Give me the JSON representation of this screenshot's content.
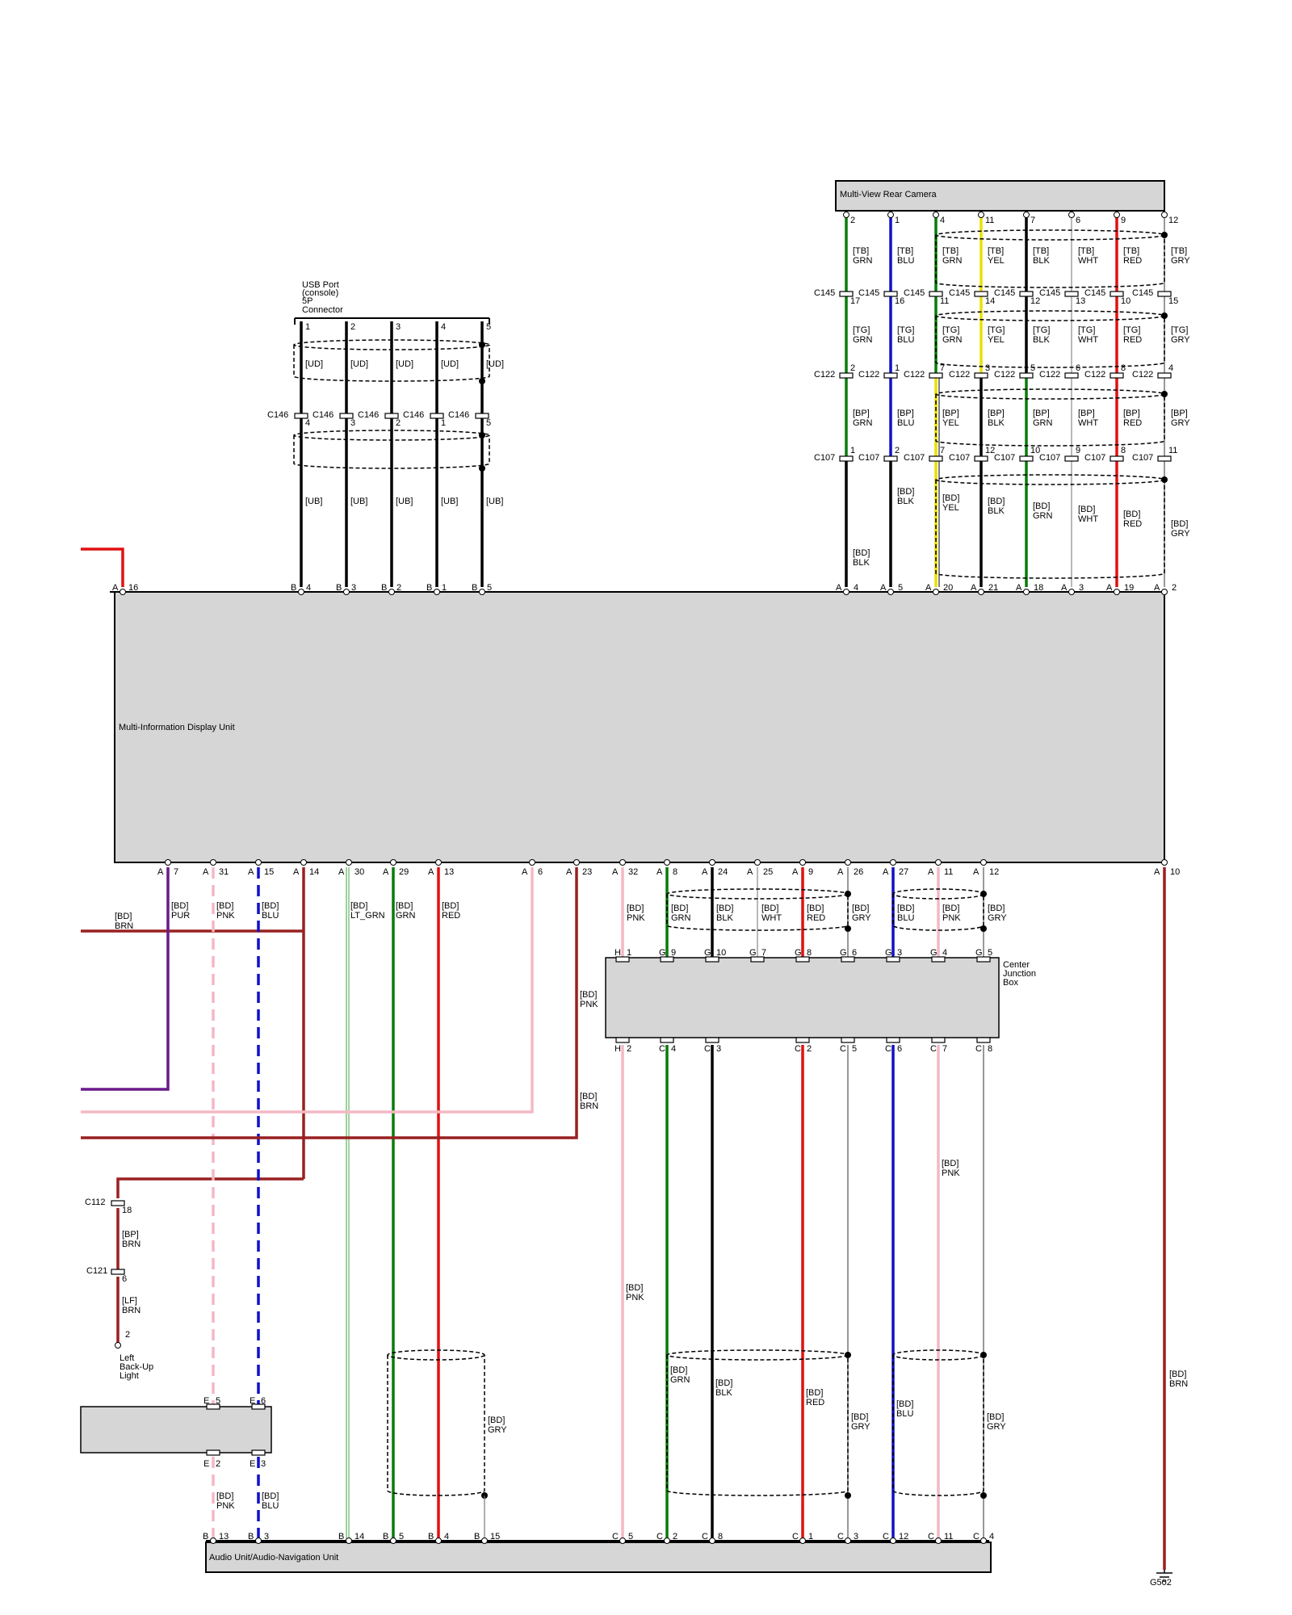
{
  "components": {
    "camera": "Multi-View Rear Camera",
    "midu": "Multi-Information Display Unit",
    "usb": [
      "USB Port",
      "(console)",
      "5P",
      "Connector"
    ],
    "cjb": [
      "Center",
      "Junction",
      "Box"
    ],
    "audio": "Audio Unit/Audio-Navigation Unit",
    "backup": [
      "Left",
      "Back-Up",
      "Light"
    ],
    "ground": "G502"
  },
  "colors": {
    "BLK": "#000000",
    "BLU": "#1010c8",
    "GRN": "#0a7a0a",
    "YEL": "#e8e000",
    "WHT": "#a0a0a0",
    "RED": "#e01010",
    "GRY": "#777777",
    "PNK": "#f4b8c4",
    "BRN": "#9a2020",
    "PUR": "#6a1a8a",
    "LT_GRN": "#74c874"
  },
  "camera_pins": [
    "2",
    "1",
    "4",
    "11",
    "7",
    "6",
    "9",
    "12"
  ],
  "camera_wire_colors": [
    "GRN",
    "BLU",
    "GRN",
    "YEL",
    "BLK",
    "WHT",
    "RED",
    "GRY"
  ],
  "camera_seg1": {
    "harness": "[TB]",
    "colors": [
      "GRN",
      "BLU",
      "GRN",
      "YEL",
      "BLK",
      "WHT",
      "RED",
      "GRY"
    ]
  },
  "c145": {
    "name": "C145",
    "pins": [
      "17",
      "16",
      "11",
      "14",
      "12",
      "13",
      "10",
      "15"
    ]
  },
  "camera_seg2": {
    "harness": "[TG]",
    "colors": [
      "GRN",
      "BLU",
      "GRN",
      "YEL",
      "BLK",
      "WHT",
      "RED",
      "GRY"
    ]
  },
  "c122": {
    "name": "C122",
    "pins_top": [
      "2",
      "1",
      "7",
      "3",
      "5",
      "6",
      "8",
      "4"
    ]
  },
  "camera_seg3": {
    "harness": "[BP]",
    "colors": [
      "GRN",
      "BLU",
      "YEL",
      "BLK",
      "GRN",
      "WHT",
      "RED",
      "GRY"
    ]
  },
  "c107": {
    "name": "C107",
    "pins": [
      "1",
      "2",
      "7",
      "12",
      "10",
      "9",
      "8",
      "11"
    ]
  },
  "camera_seg4": {
    "harness": "[BD]",
    "colors": [
      "BLK",
      "BLK",
      "YEL",
      "BLK",
      "GRN",
      "WHT",
      "RED",
      "GRY"
    ]
  },
  "midu_top_right": {
    "conn": "A",
    "pins": [
      "4",
      "5",
      "20",
      "21",
      "18",
      "3",
      "19",
      "2"
    ]
  },
  "usb_pins": [
    "1",
    "2",
    "3",
    "4",
    "5"
  ],
  "usb_harness_upper": "[UD]",
  "usb_harness_lower": "[UB]",
  "c146": {
    "name": "C146",
    "pins": [
      "4",
      "3",
      "2",
      "1",
      "5"
    ]
  },
  "midu_top_usb": {
    "conn": "B",
    "pins": [
      "4",
      "3",
      "2",
      "1",
      "5"
    ]
  },
  "midu_top_left": {
    "conn": "A",
    "pin": "16"
  },
  "midu_bottom": {
    "conns": [
      "A",
      "A",
      "A",
      "A",
      "A",
      "A",
      "A",
      "A",
      "A",
      "A",
      "A",
      "A",
      "A",
      "A",
      "A",
      "A",
      "A",
      "A",
      "A"
    ],
    "pins": [
      "7",
      "31",
      "15",
      "14",
      "30",
      "29",
      "13",
      "6",
      "23",
      "32",
      "8",
      "24",
      "25",
      "9",
      "26",
      "27",
      "11",
      "12",
      "10"
    ]
  },
  "lower_left_labels": [
    [
      "[BD]",
      "BRN"
    ],
    [
      "[BD]",
      "PUR"
    ],
    [
      "[BD]",
      "PNK"
    ],
    [
      "[BD]",
      "BLU"
    ],
    [
      "[BD]",
      "LT_GRN"
    ],
    [
      "[BD]",
      "GRN"
    ],
    [
      "[BD]",
      "RED"
    ],
    [
      "[BD]",
      "PNK"
    ],
    [
      "[BD]",
      "BRN"
    ]
  ],
  "cjb_top_labels": [
    [
      "[BD]",
      "PNK"
    ],
    [
      "[BD]",
      "GRN"
    ],
    [
      "[BD]",
      "BLK"
    ],
    [
      "[BD]",
      "WHT"
    ],
    [
      "[BD]",
      "RED"
    ],
    [
      "[BD]",
      "GRY"
    ],
    [
      "[BD]",
      "BLU"
    ],
    [
      "[BD]",
      "PNK"
    ],
    [
      "[BD]",
      "GRY"
    ]
  ],
  "cjb_top": {
    "conns": [
      "H",
      "G",
      "G",
      "G",
      "G",
      "G",
      "G",
      "G",
      "G"
    ],
    "pins": [
      "1",
      "9",
      "10",
      "7",
      "8",
      "6",
      "3",
      "4",
      "5"
    ]
  },
  "cjb_bottom": {
    "conns": [
      "H",
      "C",
      "C",
      "C",
      "C",
      "C",
      "C",
      "C"
    ],
    "pins": [
      "2",
      "4",
      "3",
      "2",
      "5",
      "6",
      "7",
      "8"
    ]
  },
  "brn_right_label": [
    "[BD]",
    "BRN"
  ],
  "backup_chain": {
    "c112": "C112",
    "c112_pin": "18",
    "seg1": [
      "[BP]",
      "BRN"
    ],
    "c121": "C121",
    "c121_pin": "6",
    "seg2": [
      "[LF]",
      "BRN"
    ],
    "light_pin": "2"
  },
  "e_conn": {
    "top": [
      "E",
      "5",
      "E",
      "6"
    ],
    "bottom": [
      "E",
      "2",
      "E",
      "3"
    ]
  },
  "bottom_labels": [
    [
      "[BD]",
      "PNK"
    ],
    [
      "[BD]",
      "BLU"
    ],
    [
      "[BD]",
      "GRY"
    ],
    [
      "[BD]",
      "PNK"
    ],
    [
      "[BD]",
      "PNK"
    ],
    [
      "[BD]",
      "GRN"
    ],
    [
      "[BD]",
      "BLK"
    ],
    [
      "[BD]",
      "RED"
    ],
    [
      "[BD]",
      "GRY"
    ],
    [
      "[BD]",
      "BLU"
    ],
    [
      "[BD]",
      "GRY"
    ]
  ],
  "audio_pins": {
    "conns": [
      "B",
      "B",
      "B",
      "B",
      "B",
      "B",
      "C",
      "C",
      "C",
      "C",
      "C",
      "C",
      "C",
      "C"
    ],
    "pins": [
      "13",
      "3",
      "14",
      "5",
      "4",
      "15",
      "5",
      "2",
      "8",
      "1",
      "3",
      "12",
      "11",
      "4"
    ]
  }
}
